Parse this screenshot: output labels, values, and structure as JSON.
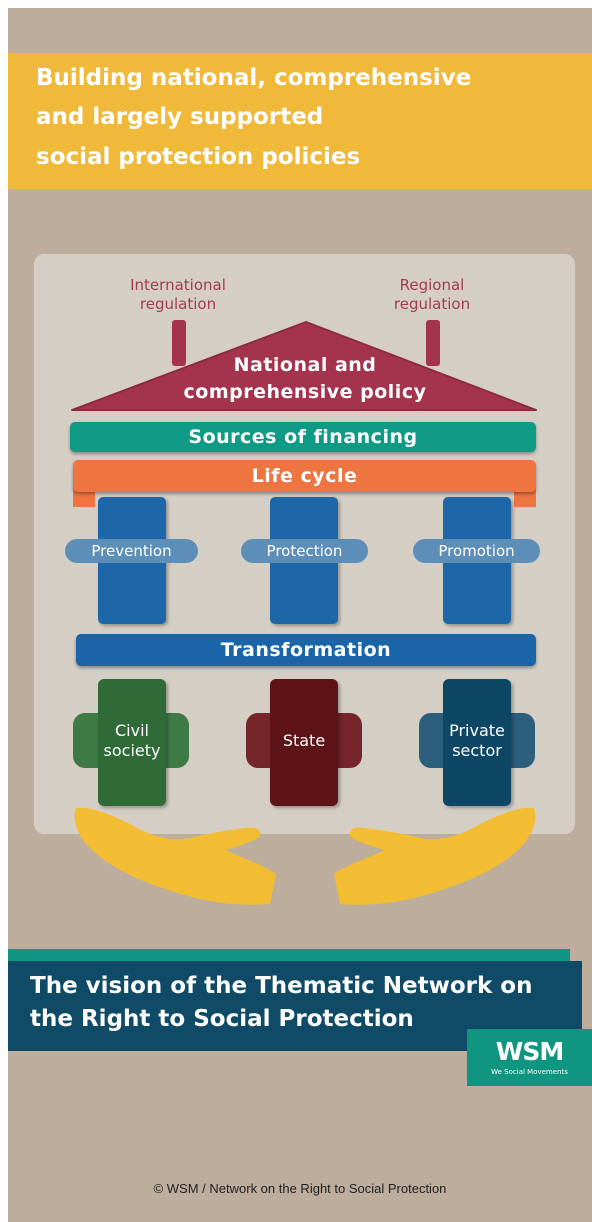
{
  "header": {
    "title_lines": [
      "Building national, comprehensive",
      "and largely supported",
      "social protection policies"
    ]
  },
  "diagram": {
    "international_regulation": [
      "International",
      "regulation"
    ],
    "regional_regulation": [
      "Regional",
      "regulation"
    ],
    "roof": [
      "National and",
      "comprehensive policy"
    ],
    "financing": "Sources of financing",
    "life_cycle": "Life cycle",
    "pillars": [
      "Prevention",
      "Protection",
      "Promotion"
    ],
    "transformation": "Transformation",
    "actors": [
      {
        "lines": [
          "Civil",
          "society"
        ],
        "color": "#2f6a37"
      },
      {
        "lines": [
          "State"
        ],
        "color": "#5e1416"
      },
      {
        "lines": [
          "Private",
          "sector"
        ],
        "color": "#0e4766"
      }
    ]
  },
  "footer": {
    "vision_lines": [
      "The vision of the Thematic Network on",
      "the Right to Social Protection"
    ],
    "logo": "WSM",
    "logo_subtitle": "We Social Movements",
    "copyright": "© WSM / Network on the Right to Social Protection"
  },
  "colors": {
    "background": "#bcad9c",
    "title_band": "#f0b93a",
    "roof": "#a4344d",
    "financing": "#0f9a86",
    "life_cycle": "#ee7440",
    "pillar": "#1d66a7",
    "hands": "#f2bd33",
    "vision_box": "#0f4a66"
  }
}
